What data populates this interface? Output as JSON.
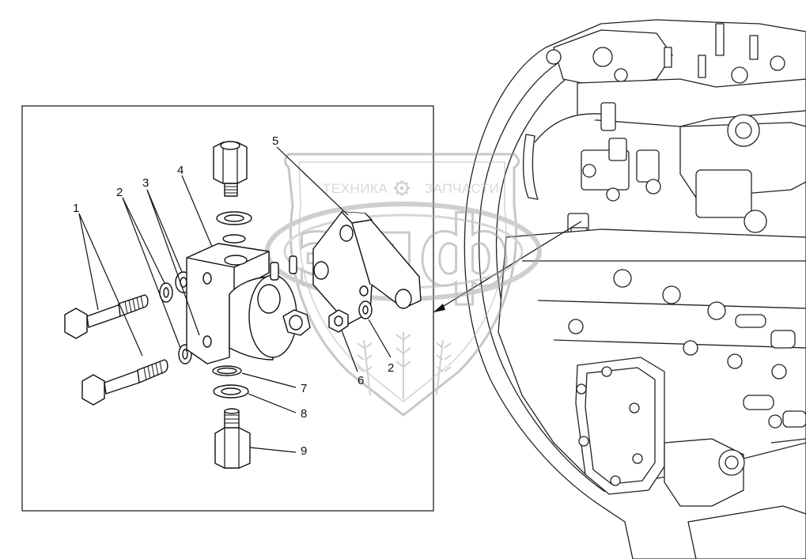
{
  "watermark": {
    "left_text": "ТЕХНИКА",
    "right_text": "ЗАПЧАСТИ",
    "gear_icon": "gear-icon",
    "logo_letters": "эпф"
  },
  "callouts": [
    {
      "id": "1",
      "label": "1"
    },
    {
      "id": "2a",
      "label": "2"
    },
    {
      "id": "3",
      "label": "3"
    },
    {
      "id": "4",
      "label": "4"
    },
    {
      "id": "5",
      "label": "5"
    },
    {
      "id": "6",
      "label": "6"
    },
    {
      "id": "2b",
      "label": "2"
    },
    {
      "id": "7",
      "label": "7"
    },
    {
      "id": "8",
      "label": "8"
    },
    {
      "id": "9",
      "label": "9"
    }
  ]
}
